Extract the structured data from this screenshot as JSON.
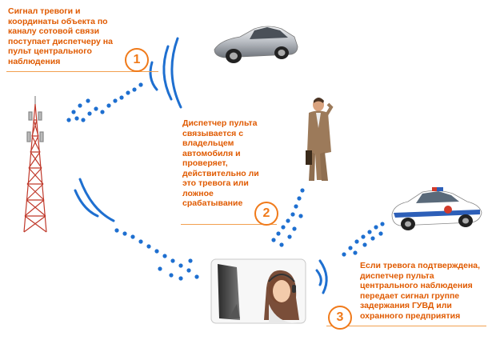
{
  "steps": [
    {
      "number": "1",
      "text": "Сигнал тревоги и координаты объекта по каналу сотовой связи поступает диспетчеру на пульт центрального наблюдения"
    },
    {
      "number": "2",
      "text": "Диспетчер пульта связывается с владельцем автомобиля и проверяет, действительно ли это тревога или ложное срабатывание"
    },
    {
      "number": "3",
      "text": "Если тревога подтверждена, диспетчер пульта центрального наблюдения передает сигнал группе задержания ГУВД или охранного предприятия"
    }
  ],
  "colors": {
    "accent": "#f07a1a",
    "text": "#e05a00",
    "signal": "#1e6fd0"
  },
  "icons": [
    "cell-tower",
    "car",
    "businessman",
    "police-car",
    "dispatcher-monitor"
  ]
}
